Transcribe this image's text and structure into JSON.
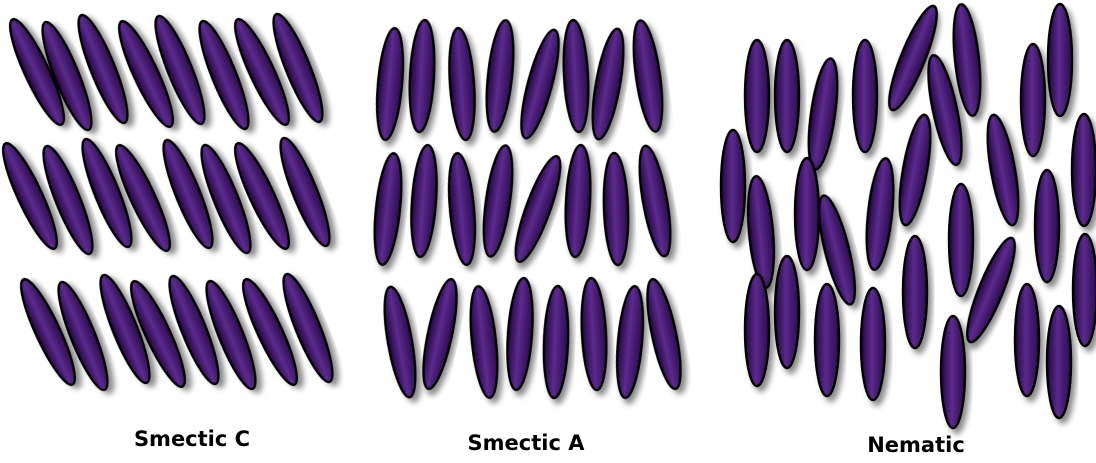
{
  "figure": {
    "rod_fill_dark": "#2e0a52",
    "rod_fill_mid": "#5b2a8e",
    "rod_outline": "#000000",
    "background": "#ffffff"
  },
  "panels": [
    {
      "id": "smectic-c",
      "label": "Smectic C",
      "ordering": "layered, molecules tilted within layers"
    },
    {
      "id": "smectic-a",
      "label": "Smectic A",
      "ordering": "layered, molecules aligned with layer normal"
    },
    {
      "id": "nematic",
      "label": "Nematic",
      "ordering": "orientational order only, no layers"
    }
  ]
}
